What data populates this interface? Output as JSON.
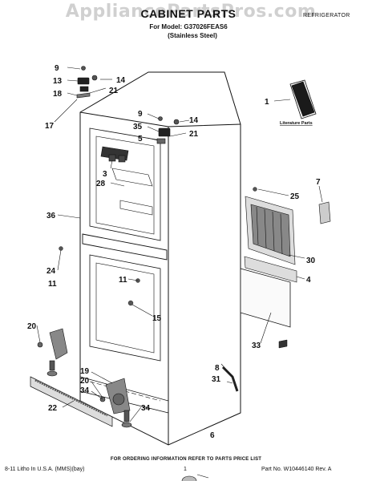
{
  "header": {
    "watermark": "AppliancePartsPros.com",
    "title": "CABINET PARTS",
    "model_line": "For Model: G37026FEAS6",
    "variant": "(Stainless Steel)",
    "category": "REFRIGERATOR"
  },
  "diagram": {
    "literature_label": "Literature Parts",
    "callouts": [
      "9",
      "14",
      "13",
      "18",
      "21",
      "17",
      "9",
      "14",
      "35",
      "5",
      "21",
      "1",
      "3",
      "28",
      "7",
      "25",
      "36",
      "30",
      "4",
      "24",
      "11",
      "11",
      "15",
      "20",
      "33",
      "8",
      "31",
      "19",
      "20",
      "34",
      "22",
      "34",
      "6"
    ]
  },
  "footer": {
    "note": "FOR ORDERING INFORMATION REFER TO PARTS PRICE LIST",
    "left": "8-11 Litho In U.S.A. (MMS)(bay)",
    "page": "1",
    "right": "Part No. W10446140 Rev. A"
  }
}
